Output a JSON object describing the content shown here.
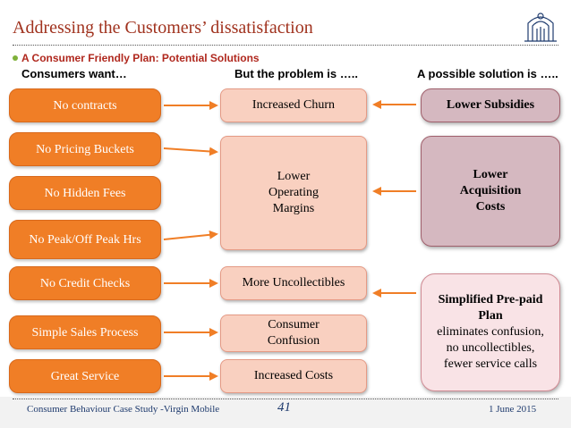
{
  "slide": {
    "title": "Addressing the Customers’ dissatisfaction",
    "subtitle": "A Consumer Friendly Plan: Potential Solutions",
    "columns": {
      "wants": "Consumers  want…",
      "problems": "But the problem is …..",
      "solutions": "A possible solution is ….."
    },
    "wants": [
      "No contracts",
      "No Pricing Buckets",
      "No Hidden Fees",
      "No Peak/Off  Peak Hrs",
      "No Credit Checks",
      "Simple Sales Process",
      "Great Service"
    ],
    "problems": [
      "Increased Churn",
      "Lower Operating Margins",
      "More Uncollectibles",
      "Consumer Confusion",
      "Increased Costs"
    ],
    "solutions": {
      "lower_subsidies": "Lower Subsidies",
      "lower_acquisition_costs": "Lower Acquisition Costs",
      "prepaid_plan_title": "Simplified Pre-paid Plan",
      "prepaid_plan_body": "eliminates confusion, no uncollectibles, fewer service calls"
    },
    "footer": {
      "left": "Consumer Behaviour Case Study -Virgin Mobile",
      "page": "41",
      "date": "1 June 2015"
    }
  },
  "colors": {
    "title": "#a0321e",
    "want_box": "#f07e26",
    "problem_box": "#f9d0c0",
    "solution_box": "#d5b8c0",
    "arrow": "#f07e26"
  },
  "icons": {
    "logo": "institute-seal-icon"
  }
}
